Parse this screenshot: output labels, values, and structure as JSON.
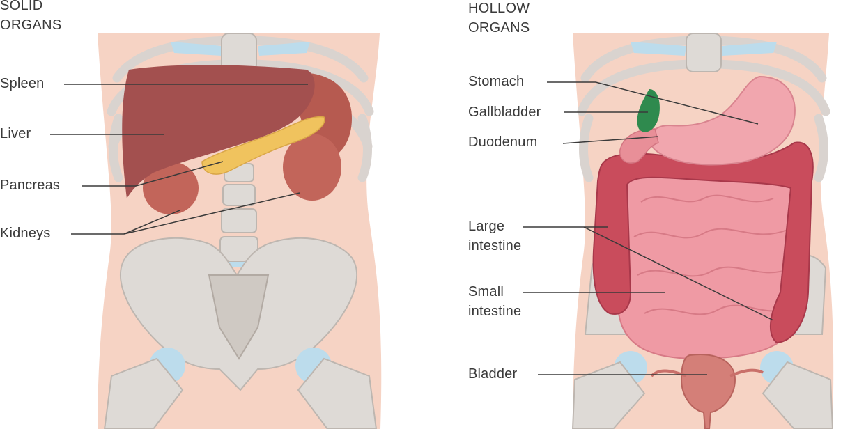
{
  "solid_panel": {
    "title_line1": "SOLID",
    "title_line2": "ORGANS",
    "labels": {
      "spleen": "Spleen",
      "liver": "Liver",
      "pancreas": "Pancreas",
      "kidneys": "Kidneys"
    }
  },
  "hollow_panel": {
    "title_line1": "HOLLOW",
    "title_line2": "ORGANS",
    "labels": {
      "stomach": "Stomach",
      "gallbladder": "Gallbladder",
      "duodenum": "Duodenum",
      "large_intestine_line1": "Large",
      "large_intestine_line2": "intestine",
      "small_intestine_line1": "Small",
      "small_intestine_line2": "intestine",
      "bladder": "Bladder"
    }
  },
  "colors": {
    "skin": "#f6d3c4",
    "bone": "#dedad6",
    "cartilage": "#bcdcec",
    "liver": "#a3504f",
    "spleen": "#b65a50",
    "kidney": "#c2655a",
    "pancreas": "#f0c35e",
    "stomach": "#f1a6ae",
    "gallbladder": "#2f8a4e",
    "large_intestine": "#c94c5c",
    "small_intestine": "#ef9aa4",
    "bladder": "#d47f78",
    "leader_line": "#3a3a3a"
  }
}
